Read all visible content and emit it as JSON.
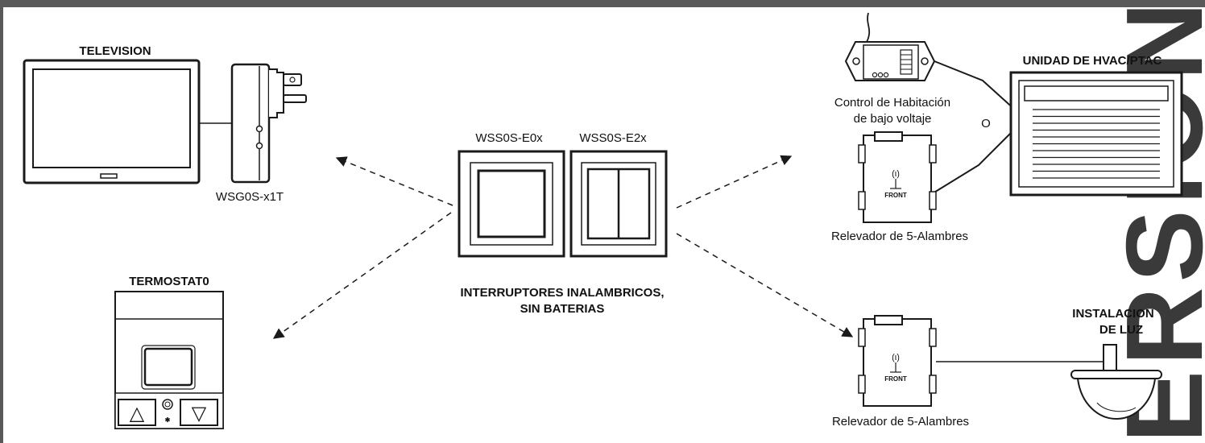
{
  "colors": {
    "frame": "#595959",
    "line": "#1a1a1a",
    "panel": "#f4f4f4",
    "side_text": "#3a3a3a"
  },
  "center": {
    "switch_left_label": "WSS0S-E0x",
    "switch_right_label": "WSS0S-E2x",
    "title_line1": "INTERRUPTORES INALAMBRICOS,",
    "title_line2": "SIN BATERIAS"
  },
  "tv": {
    "title": "TELEVISION",
    "adapter_label": "WSG0S-x1T"
  },
  "thermostat": {
    "title": "TERMOSTAT0",
    "up_symbol": "△",
    "down_symbol": "▽"
  },
  "room_control": {
    "label_line1": "Control de Habitación",
    "label_line2": "de bajo voltaje",
    "or_label": "O"
  },
  "relay_top": {
    "label": "Relevador de 5-Alambres",
    "front_label": "FRONT",
    "wave_symbol": "(ι)"
  },
  "hvac": {
    "title": "UNIDAD DE HVAC/PTAC"
  },
  "relay_bottom": {
    "label": "Relevador de 5-Alambres",
    "front_label": "FRONT",
    "wave_symbol": "(ι)"
  },
  "light": {
    "title_line1": "INSTALACION",
    "title_line2": "DE LUZ"
  },
  "side_text": "ERSION"
}
